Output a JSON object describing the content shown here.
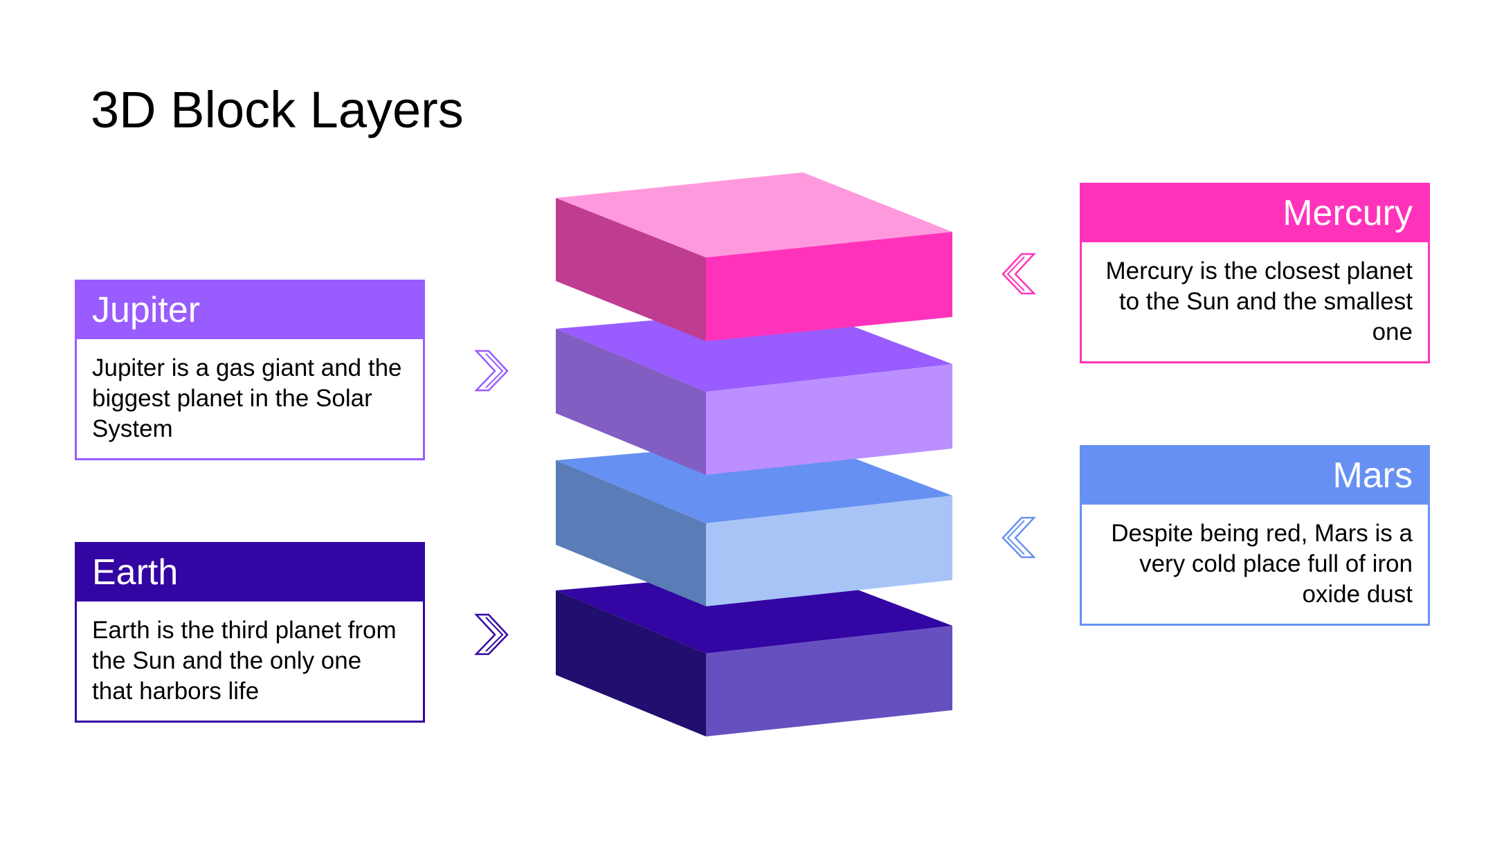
{
  "slide": {
    "title": "3D Block Layers"
  },
  "cards": {
    "mercury": {
      "title": "Mercury",
      "description": "Mercury is the closest planet to the Sun and the smallest one",
      "color": "#ff33bb"
    },
    "jupiter": {
      "title": "Jupiter",
      "description": "Jupiter is a gas giant and the biggest planet in the Solar System",
      "color": "#995cff"
    },
    "mars": {
      "title": "Mars",
      "description": "Despite being red, Mars is a very cold place full of iron oxide dust",
      "color": "#6691f2"
    },
    "earth": {
      "title": "Earth",
      "description": "Earth is the third planet from the Sun and the only one that harbors life",
      "color": "#3305a3"
    }
  },
  "layers": [
    {
      "name": "mercury",
      "top": "#ff99dd",
      "left": "#bf3d91",
      "right": "#ff33bb"
    },
    {
      "name": "jupiter",
      "top": "#995cff",
      "left": "#825dc2",
      "right": "#bb8fff"
    },
    {
      "name": "mars",
      "top": "#6691f2",
      "left": "#5a7db8",
      "right": "#a8c4f7"
    },
    {
      "name": "earth",
      "top": "#3305a3",
      "left": "#210e6e",
      "right": "#6650c0"
    }
  ],
  "icons": {
    "jupiter_arrow": "chevron-double-right-icon",
    "earth_arrow": "chevron-double-right-icon",
    "mercury_arrow": "chevron-double-left-icon",
    "mars_arrow": "chevron-double-left-icon"
  }
}
